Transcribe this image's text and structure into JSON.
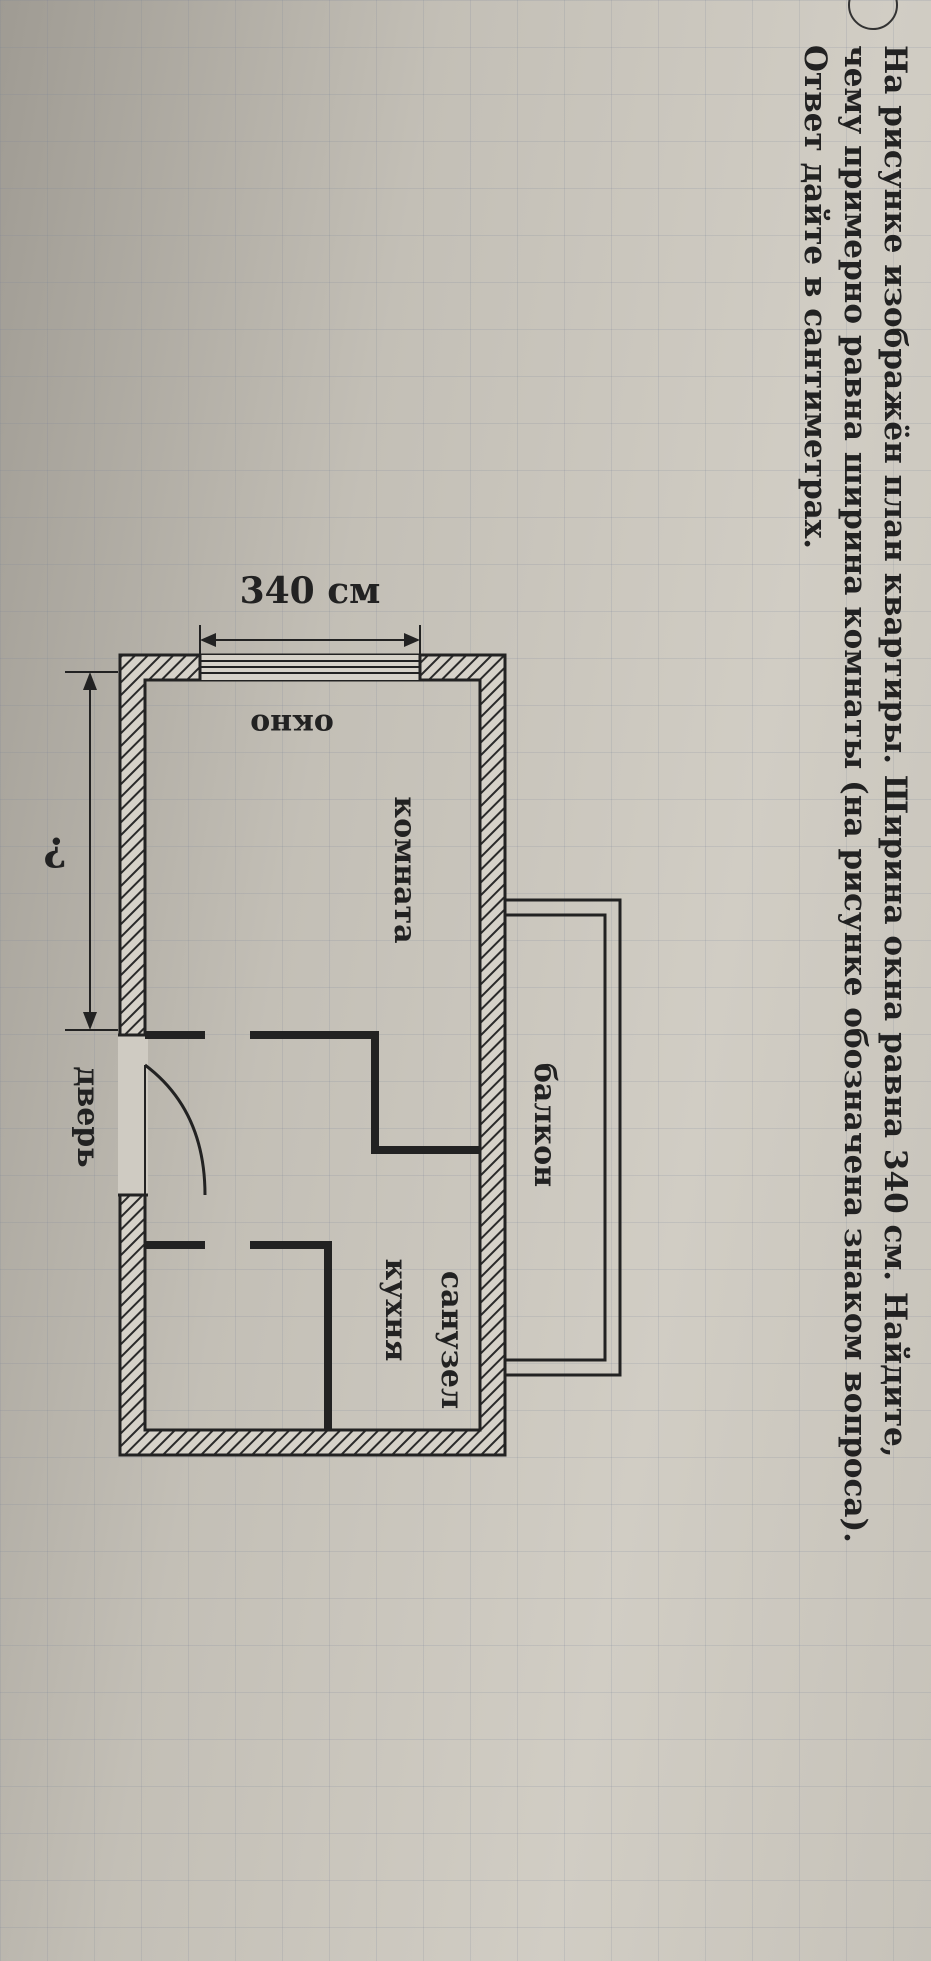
{
  "problem": {
    "line1": "На рисунке изображён план квартиры. Ширина окна равна 340 см. Найдите,",
    "line2": "чему примерно равна ширина комнаты (на рисунке обозначена знаком вопроса).",
    "line3": "Ответ дайте в сантиметрах."
  },
  "plan": {
    "window_width_label": "340 см",
    "unknown_label": "?",
    "rooms": {
      "window": "окно",
      "room": "комната",
      "balcony": "балкон",
      "kitchen": "кухня",
      "bathroom": "санузел",
      "door": "дверь"
    }
  },
  "colors": {
    "ink": "#222222",
    "paper": "#cfcbc2",
    "hatch": "#2a2a2a"
  }
}
